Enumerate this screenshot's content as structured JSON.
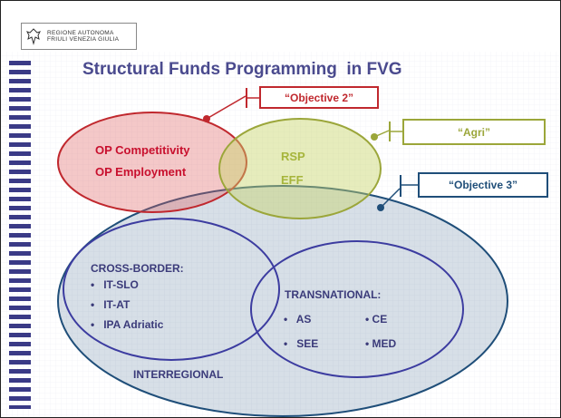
{
  "logo": {
    "line1": "REGIONE AUTONOMA",
    "line2": "FRIULI VENEZIA GIULIA"
  },
  "title": "Structural Funds Programming  in FVG",
  "tags": {
    "objective2": "“Objective 2”",
    "agri": "“Agri”",
    "objective3": "“Objective 3”"
  },
  "red_ellipse": {
    "line1": "OP Competitivity",
    "line2": "OP Employment"
  },
  "green_ellipse": {
    "line1": "RSP",
    "line2": "EFF"
  },
  "cross_border": {
    "heading": "CROSS-BORDER:",
    "items": [
      "IT-SLO",
      "IT-AT",
      "IPA Adriatic"
    ]
  },
  "transnational": {
    "heading": "TRANSNATIONAL:",
    "items": [
      "AS",
      "CE",
      "SEE",
      "MED"
    ]
  },
  "interregional": "INTERREGIONAL",
  "colors": {
    "title": "#4a4a8e",
    "objective2_red": "#c0282e",
    "agri_green": "#9ba63a",
    "objective3_blue": "#1f4e79",
    "inner_ellipse_purple": "#3c3ca0"
  }
}
